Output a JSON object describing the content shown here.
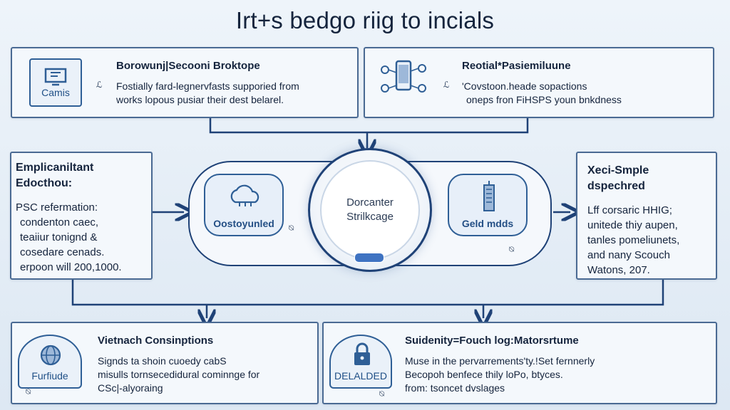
{
  "title": "Irt+s bedgo riig to incials",
  "top_left": {
    "icon_label": "Camis",
    "heading": "Borowunj|Secooni Broktope",
    "marker": "ℒ",
    "lines": [
      "Fostially fard-legnervfasts supporied from",
      "works lopous pusiar their dest belarel."
    ]
  },
  "top_right": {
    "heading": "Reotial*Pasiemiluune",
    "marker": "ℒ",
    "lines": [
      "'Covstoon.heade sopactions",
      "oneps fron FiHSPS youn bnkdness"
    ]
  },
  "left_side": {
    "heading_lines": [
      "Emplicaniltant",
      "Edocthou:"
    ],
    "lines": [
      "PSC refermation:",
      "condenton caec,",
      "teaiiur tonignd &",
      "cosedare cenads.",
      "erpoon will 200,1000."
    ]
  },
  "right_side": {
    "heading_lines": [
      "Xeci-Smple",
      "dspechred"
    ],
    "lines": [
      "Lff corsaric HHIG;",
      "unitede thiy aupen,",
      "tanles pomeliunets,",
      "and nany Scouch",
      "Watons, 207."
    ]
  },
  "center": {
    "left_pill_label": "Oostoyunled",
    "hub_line1": "Dorcanter",
    "hub_line2": "Strilkcage",
    "right_pill_label": "Geld mdds",
    "marker": "⍉"
  },
  "bottom_left": {
    "icon_label": "Furfiude",
    "heading": "Vietnach Consinptions",
    "lines": [
      "Signds ta shoin cuoedy cabS",
      "misulls tornsecedidural cominnge for",
      "CSc|-alyoraing"
    ]
  },
  "bottom_right": {
    "icon_label": "DELALDED",
    "heading": "Suidenity=Fouch log:Matorsrtume",
    "lines": [
      "Muse in the pervarrements'ty.!Set fernnerly",
      "Becopoh benfece thily loPo, btyces.",
      "from: tsoncet dvslages"
    ]
  },
  "colors": {
    "navy": "#1f4277",
    "accent_blue": "#3f73c2",
    "panel_border": "#4a6a93",
    "background": "#e6eef7"
  }
}
